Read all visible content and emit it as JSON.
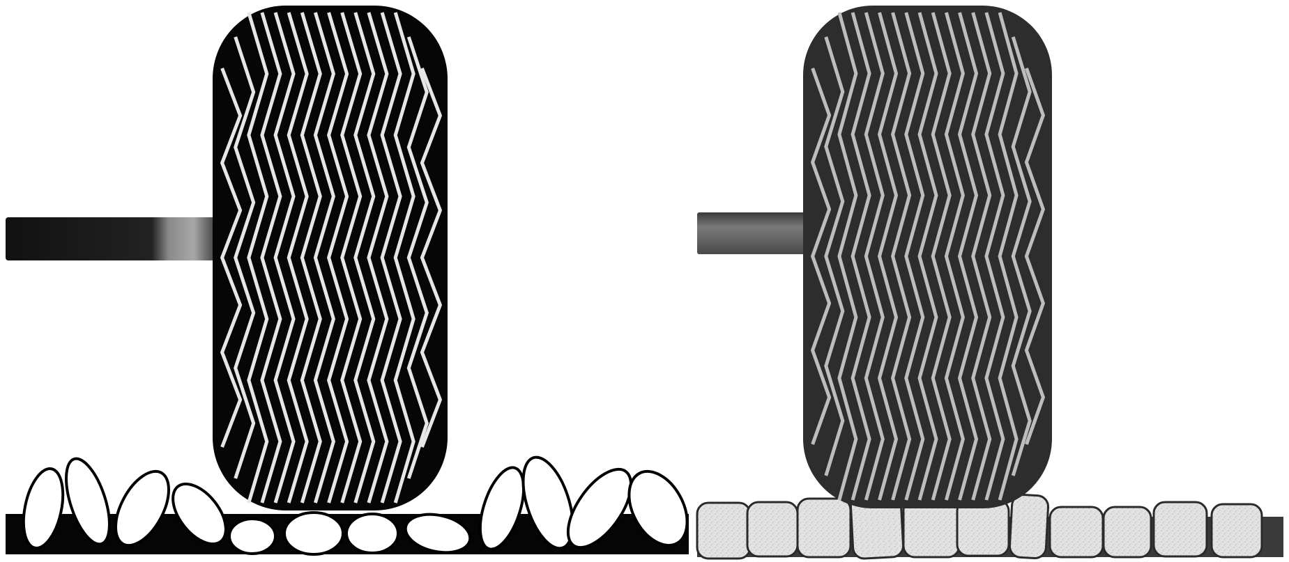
{
  "figure": {
    "panels": [
      {
        "id": "left",
        "style": "black-and-white",
        "colors": {
          "tire_fill": "#060606",
          "cords": "#e6e6e6",
          "ground": "#050505",
          "stone_fill": "#ffffff",
          "stone_outline": "#000000",
          "axle": "#1c1c1c",
          "axle_highlight": "#9a9a9a"
        }
      },
      {
        "id": "right",
        "style": "grayscale",
        "colors": {
          "tire_fill": "#2d2d2d",
          "cords": "#bdbdbd",
          "ground": "#3a3a3a",
          "stone_fill": "#e4e4e4",
          "stone_outline": "#2a2a2a",
          "axle": "#555555",
          "axle_highlight": "#8c8c8c"
        }
      }
    ]
  }
}
